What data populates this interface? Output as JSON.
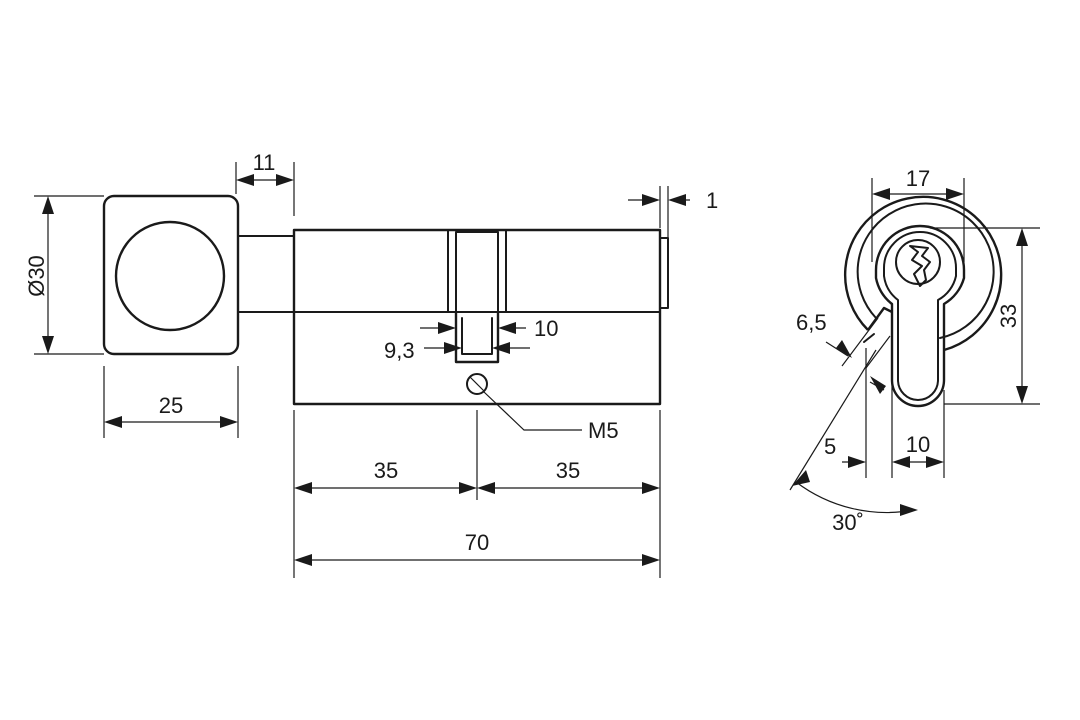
{
  "diagram": {
    "labels": {
      "knob_diameter": "Ø30",
      "knob_width": "25",
      "knob_offset": "11",
      "cam_gap": "1",
      "cam_outer": "10",
      "cam_inner": "9,3",
      "screw": "M5",
      "left_half": "35",
      "right_half": "35",
      "total_length": "70",
      "profile_top": "17",
      "profile_height": "33",
      "cam_thickness": "6,5",
      "cam_offset": "5",
      "profile_bottom": "10",
      "cam_angle": "30˚"
    }
  }
}
